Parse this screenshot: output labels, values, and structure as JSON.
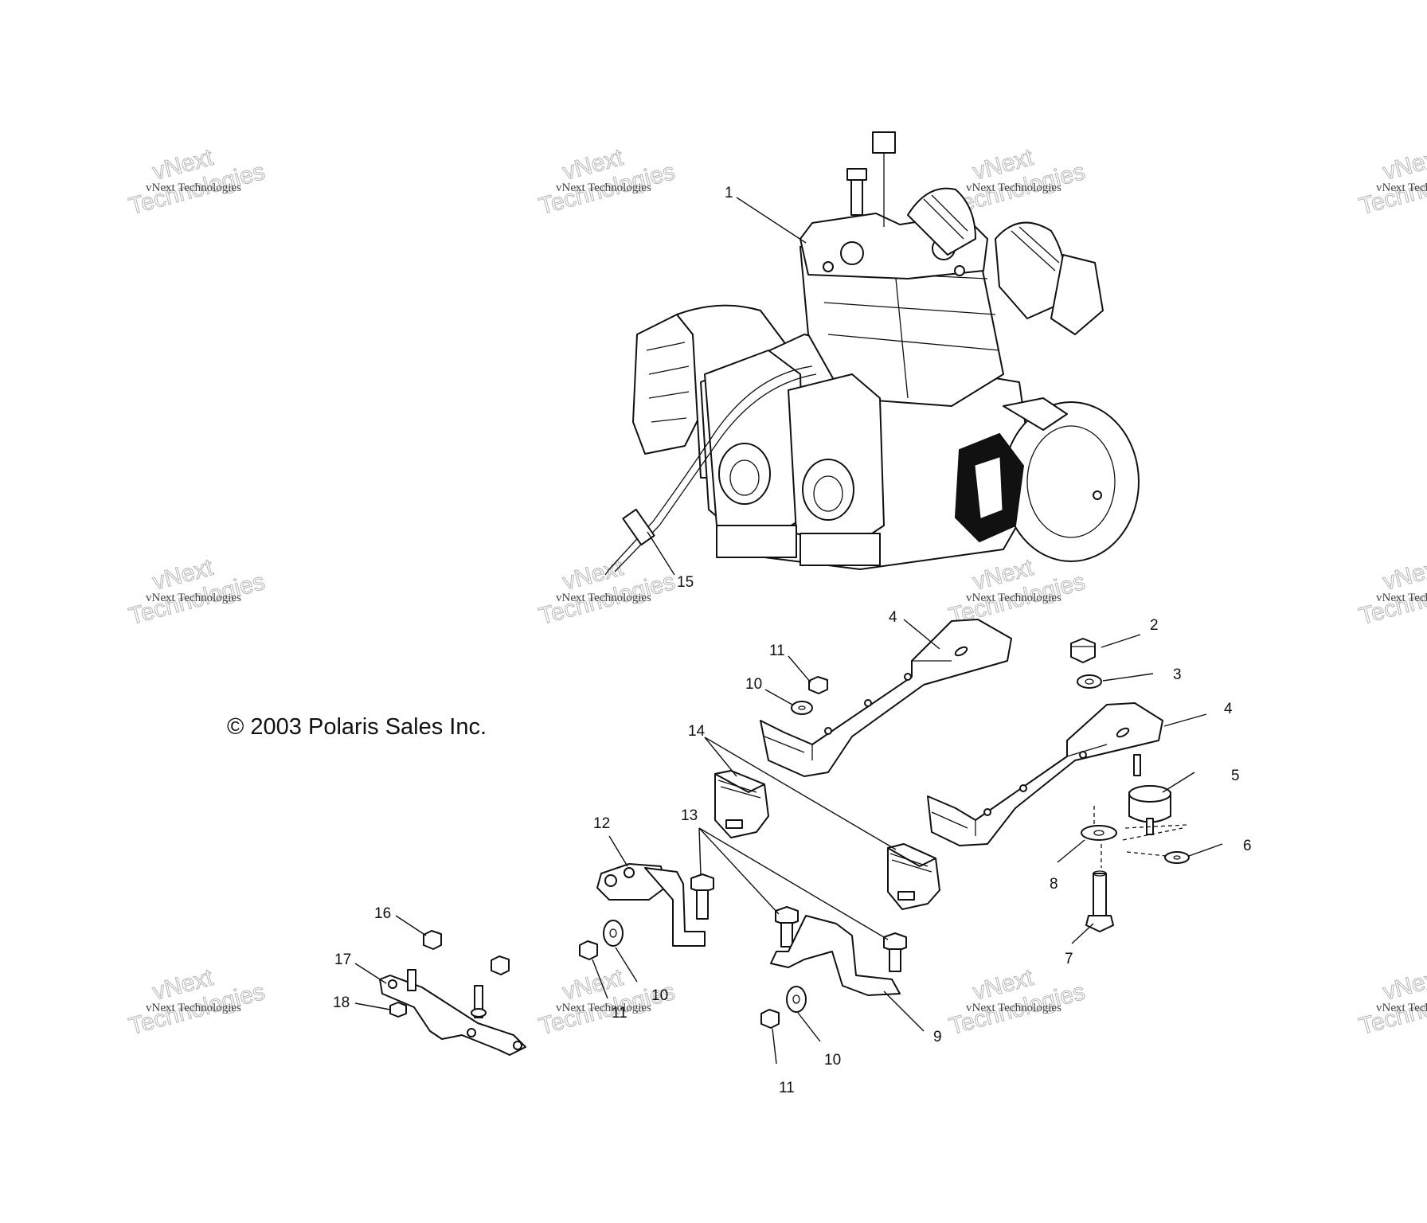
{
  "copyright": "© 2003 Polaris Sales Inc.",
  "watermark": {
    "line_a": "vNext",
    "line_b": "Technologies",
    "caption": "vNext Technologies"
  },
  "callouts": {
    "c1": "1",
    "c2": "2",
    "c3": "3",
    "c4a": "4",
    "c4b": "4",
    "c5": "5",
    "c6": "6",
    "c7": "7",
    "c8": "8",
    "c9": "9",
    "c10a": "10",
    "c10b": "10",
    "c10c": "10",
    "c11a": "11",
    "c11b": "11",
    "c11c": "11",
    "c12": "12",
    "c13": "13",
    "c14": "14",
    "c15": "15",
    "c16": "16",
    "c17": "17",
    "c18": "18"
  }
}
